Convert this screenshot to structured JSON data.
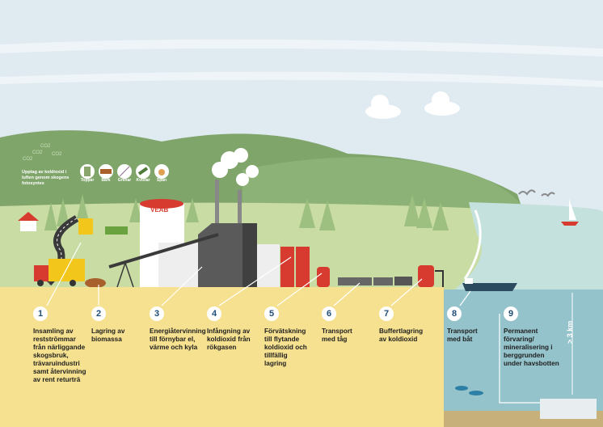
{
  "brand": "VEAB",
  "photosynthesis_label": "Upptag av koldioxid i luften genom skogens fotosyntes",
  "co2_label": "CO2",
  "biomass_types": [
    "Toppar",
    "Bark",
    "Grenar",
    "Kvistar",
    "Spån"
  ],
  "depth_label": "> 3 km",
  "steps": [
    {
      "num": "1",
      "text": "Insamling av restströmmar från närliggande skogsbruk, trävaruindustri samt återvinning av rent returträ"
    },
    {
      "num": "2",
      "text": "Lagring av biomassa"
    },
    {
      "num": "3",
      "text": "Energiåtervinning till förnybar el, värme och kyla"
    },
    {
      "num": "4",
      "text": "Infångning av koldioxid från rökgasen"
    },
    {
      "num": "5",
      "text": "Förvätskning till flytande koldioxid och tillfällig lagring"
    },
    {
      "num": "6",
      "text": "Transport med tåg"
    },
    {
      "num": "7",
      "text": "Buffertlagring av koldioxid"
    },
    {
      "num": "8",
      "text": "Transport med båt"
    },
    {
      "num": "9",
      "text": "Permanent förvaring/ mineralisering i berggrunden under havsbotten"
    }
  ],
  "colors": {
    "sky": "#dfeaf1",
    "hill": "#7fa56b",
    "meadow": "#c9dca3",
    "ground": "#f6e190",
    "sea": "#94c3cb",
    "accent": "#d73a2e"
  }
}
